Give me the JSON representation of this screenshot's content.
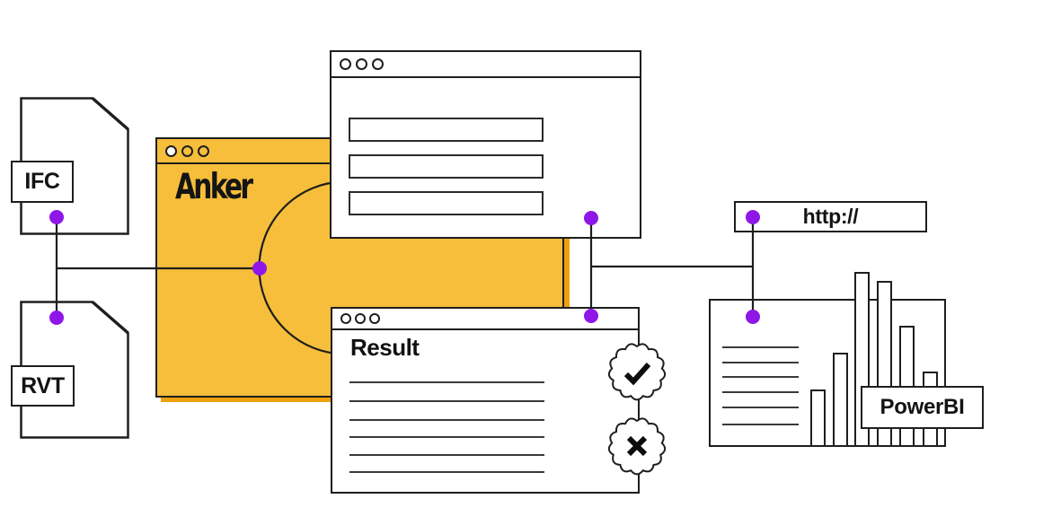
{
  "colors": {
    "accent_yellow": "#F6BE3B",
    "shadow_orange": "#EFA00D",
    "dot_purple": "#8E17E8",
    "line_black": "#1e1e1e"
  },
  "files": {
    "ifc_label": "IFC",
    "rvt_label": "RVT"
  },
  "anker_window": {
    "logo_text": "Anker",
    "traffic_lights": 3,
    "form_rows": 3
  },
  "result_window": {
    "title": "Result",
    "placeholder_lines": 6
  },
  "url_box": {
    "text": "http://"
  },
  "powerbi": {
    "label": "PowerBI",
    "bar_heights": [
      64,
      105,
      195,
      185,
      135,
      84
    ]
  },
  "icons": {
    "success_badge": "checkmark",
    "failure_badge": "cross",
    "window_buttons": "traffic-light-circles"
  }
}
